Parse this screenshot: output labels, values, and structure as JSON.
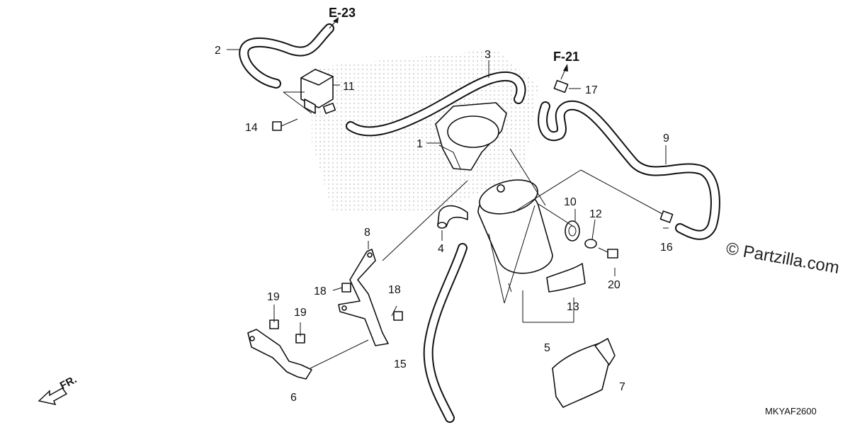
{
  "diagram": {
    "refs": {
      "e23": "E-23",
      "f21": "F-21"
    },
    "callouts": {
      "c1": "1",
      "c2": "2",
      "c3": "3",
      "c4": "4",
      "c5": "5",
      "c6": "6",
      "c7": "7",
      "c8": "8",
      "c9": "9",
      "c10": "10",
      "c11": "11",
      "c12": "12",
      "c13": "13",
      "c14": "14",
      "c15": "15",
      "c16": "16",
      "c17": "17",
      "c18a": "18",
      "c18b": "18",
      "c19a": "19",
      "c19b": "19",
      "c20": "20"
    },
    "watermark": "© Partzilla.com",
    "diagram_code": "MKYAF2600",
    "front_label": "FR."
  }
}
